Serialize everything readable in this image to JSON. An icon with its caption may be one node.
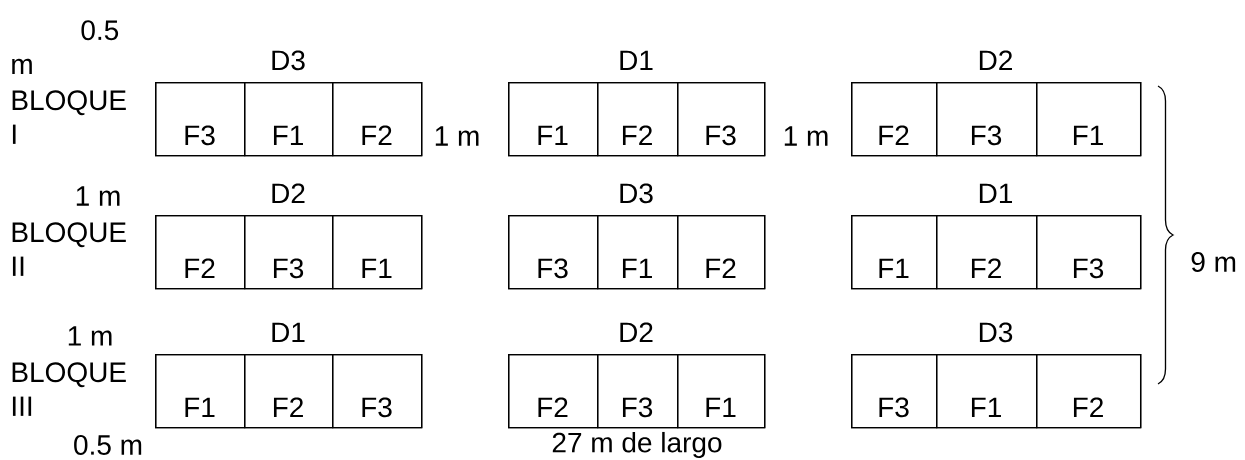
{
  "diagram": {
    "nodes": [
      {
        "text": [
          "D3"
        ]
      },
      {
        "text": [
          "F3"
        ],
        "in": 0
      },
      {
        "text": [
          "F1"
        ],
        "in": 0
      },
      {
        "text": [
          "F2"
        ],
        "in": 0
      },
      {
        "text": [
          "D1"
        ]
      },
      {
        "text": [
          "F1"
        ],
        "in": 4
      },
      {
        "text": [
          "F2"
        ],
        "in": 4
      },
      {
        "text": [
          "F3"
        ],
        "in": 4
      },
      {
        "text": [
          "D2"
        ]
      },
      {
        "text": [
          "F2"
        ],
        "in": 8
      },
      {
        "text": [
          "F3"
        ],
        "in": 8
      },
      {
        "text": [
          "F1"
        ],
        "in": 8
      },
      {
        "text": [
          "D2"
        ]
      },
      {
        "text": [
          "F2"
        ],
        "in": 12
      },
      {
        "text": [
          "F3"
        ],
        "in": 12
      },
      {
        "text": [
          "F1"
        ],
        "in": 12
      },
      {
        "text": [
          "D3"
        ]
      },
      {
        "text": [
          "F3"
        ],
        "in": 16
      },
      {
        "text": [
          "F1"
        ],
        "in": 16
      },
      {
        "text": [
          "F2"
        ],
        "in": 16
      },
      {
        "text": [
          "D1"
        ]
      },
      {
        "text": [
          "F1"
        ],
        "in": 20
      },
      {
        "text": [
          "F2"
        ],
        "in": 20
      },
      {
        "text": [
          "F3"
        ],
        "in": 20
      },
      {
        "text": [
          "D1"
        ]
      },
      {
        "text": [
          "F1"
        ],
        "in": 24
      },
      {
        "text": [
          "F2"
        ],
        "in": 24
      },
      {
        "text": [
          "F3"
        ],
        "in": 24
      },
      {
        "text": [
          "D2"
        ]
      },
      {
        "text": [
          "F2"
        ],
        "in": 28
      },
      {
        "text": [
          "F3"
        ],
        "in": 28
      },
      {
        "text": [
          "F1"
        ],
        "in": 28
      },
      {
        "text": [
          "D3"
        ]
      },
      {
        "text": [
          "F3"
        ],
        "in": 32
      },
      {
        "text": [
          "F1"
        ],
        "in": 32
      },
      {
        "text": [
          "F2"
        ],
        "in": 32
      }
    ],
    "labels": [
      "0.5 m",
      "BLOQUE I",
      "1 m",
      "1 m",
      "1 m",
      "BLOQUE II",
      "9 m",
      "1 m",
      "BLOQUE III",
      "0.5 m",
      "27 m de largo"
    ]
  }
}
